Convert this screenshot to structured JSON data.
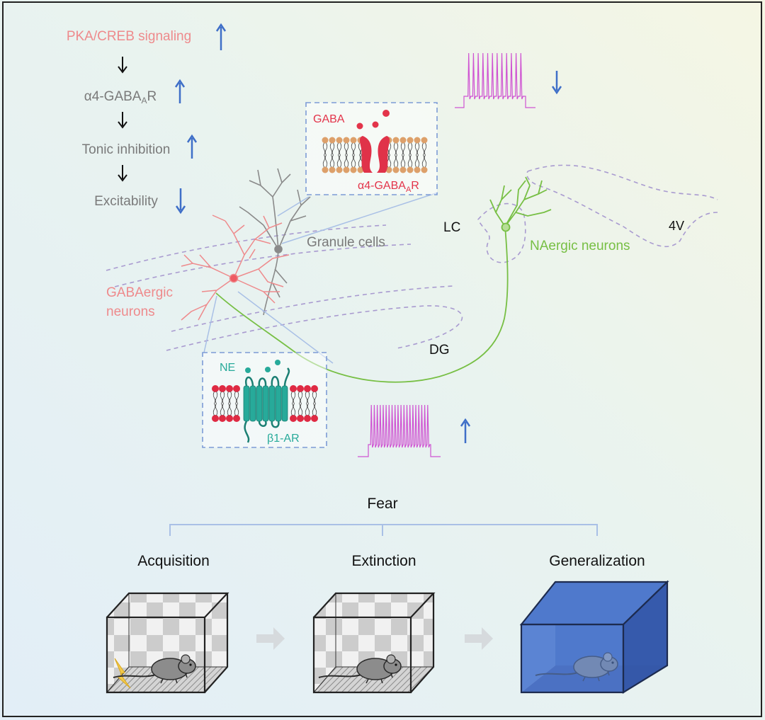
{
  "cascade": {
    "step1": "PKA/CREB signaling",
    "step2_main": "α4-GABA",
    "step2_sub": "A",
    "step2_end": "R",
    "step3": "Tonic inhibition",
    "step4": "Excitability"
  },
  "top_inset": {
    "ligand": "GABA",
    "receptor_main": "α4-GABA",
    "receptor_sub": "A",
    "receptor_end": "R"
  },
  "bottom_inset": {
    "ligand": "NE",
    "receptor": "β1-AR"
  },
  "labels": {
    "granule": "Granule cells",
    "gaba_line1": "GABAergic",
    "gaba_line2": "neurons",
    "lc": "LC",
    "fourth_ventricle": "4V",
    "naergic": "NAergic neurons",
    "dg": "DG"
  },
  "fear": {
    "title": "Fear",
    "stages": [
      "Acquisition",
      "Extinction",
      "Generalization"
    ]
  },
  "colors": {
    "pink": "#ee8a8c",
    "red": "#e3344a",
    "green": "#77bf44",
    "teal": "#27aa9a",
    "purple": "#cf53d2",
    "blue_arrow": "#3f6fc8",
    "dash": "#a99bd0",
    "box_blue": "#4a72c4"
  }
}
